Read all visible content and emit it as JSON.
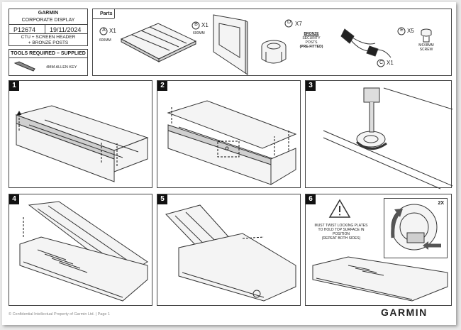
{
  "title_block": {
    "brand": "GARMIN",
    "subtitle": "CORPORATE DISPLAY",
    "part_no": "P12674",
    "date": "19/11/2024",
    "desc_line1": "CTU + SCREEN HEADER",
    "desc_line2": "+ BRONZE POSTS"
  },
  "tools": {
    "heading": "TOOLS REQUIRED – SUPPLIED",
    "item": "4MM ALLEN KEY"
  },
  "parts": {
    "heading": "Parts",
    "a": {
      "letter": "A",
      "qty": "X1",
      "size": "600MM"
    },
    "b": {
      "letter": "B",
      "qty": "X1",
      "size": "600MM"
    },
    "d": {
      "letter": "D",
      "qty": "X7",
      "line1": "BRONZE",
      "line2": "SECURITY",
      "line3": "POSTS",
      "line4": "(PRE-FITTED)"
    },
    "c": {
      "letter": "C",
      "qty": "X1"
    },
    "e": {
      "letter": "E",
      "qty": "X5",
      "line1": "M6X8MM",
      "line2": "SCREW"
    }
  },
  "steps": [
    {
      "number": "1"
    },
    {
      "number": "2"
    },
    {
      "number": "3"
    },
    {
      "number": "4"
    },
    {
      "number": "5"
    },
    {
      "number": "6",
      "note1": "MUST TWIST LOCKING PLATES",
      "note2": "TO HOLD TOP SURFACE IN",
      "note3": "POSITION",
      "note4": "(REPEAT BOTH SIDES)",
      "detail_qty": "2X"
    }
  ],
  "footer": {
    "copyright": "© Confidential Intellectual Property of Garmin Ltd. | Page 1",
    "logo": "GARMIN"
  }
}
